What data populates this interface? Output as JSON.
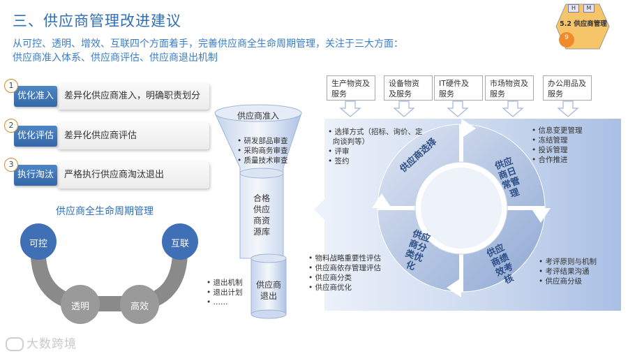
{
  "header": {
    "title": "三、供应商管理改进建议",
    "subtitle_line1": "从可控、透明、增效、互联四个方面着手，完善供应商全生命周期管理，关注于三大方面：",
    "subtitle_line2": "供应商准入体系、供应商评估、供应商退出机制"
  },
  "corner": {
    "tag_h": "H",
    "tag_m": "M",
    "label": "5.2 供应商管理",
    "number": "9"
  },
  "options": [
    {
      "num": "1",
      "btn": "优化准入",
      "desc": "差异化供应商准入，明确职责划分"
    },
    {
      "num": "2",
      "btn": "优化评估",
      "desc": "差异化供应商评估"
    },
    {
      "num": "3",
      "btn": "执行淘汰",
      "desc": "严格执行供应商淘汰退出"
    }
  ],
  "lifecycle": {
    "title": "供应商全生命周期管理",
    "nodes": [
      "可控",
      "互联",
      "透明",
      "高效"
    ]
  },
  "funnel": {
    "top_label": "供应商准入",
    "top_bullets": [
      "研发部品审查",
      "采购商务审查",
      "质量技术审查"
    ],
    "pool_label": [
      "合格",
      "供应",
      "商资",
      "源库"
    ],
    "exit_label": [
      "供应商",
      "退出"
    ],
    "exit_bullets": [
      "退出机制",
      "退出计划",
      "……"
    ]
  },
  "categories": [
    [
      "生产物资及",
      "服务"
    ],
    [
      "设备物资",
      "及服务"
    ],
    [
      "IT硬件及",
      "服务"
    ],
    [
      "市场物资及",
      "服务"
    ],
    [
      "办公用品及",
      "服务"
    ]
  ],
  "cycle": {
    "segments": [
      "供应商选择",
      "供应商日常管理",
      "供应商绩效考核",
      "供应商分类优化"
    ],
    "select_bullets": [
      "选择方式（招标、询价、定",
      "向谈判等）",
      "评审",
      "签约"
    ],
    "daily_bullets": [
      "信息变更管理",
      "冻结管理",
      "投诉管理",
      "合作推进"
    ],
    "perf_bullets": [
      "考评原则与机制",
      "考评结果沟通",
      "供应商分级"
    ],
    "classify_bullets": [
      "物料战略重要性评估",
      "供应商依存管理评估",
      "供应商分类",
      "供应商优化"
    ]
  },
  "watermark": "大数跨境",
  "colors": {
    "accent": "#2e6fb7",
    "button": "#3f78b8",
    "node": "#3f6fb5",
    "ring": "#7f7f7f",
    "panel": "#b7c9e8"
  }
}
